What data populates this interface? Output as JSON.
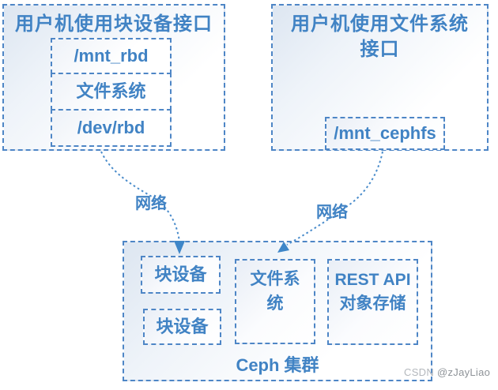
{
  "left_panel": {
    "title": "用户机使用块设备接口",
    "rows": [
      "/mnt_rbd",
      "文件系统",
      "/dev/rbd"
    ]
  },
  "right_panel": {
    "title": "用户机使用文件系统接口",
    "mount_label": "/mnt_cephfs"
  },
  "edges": {
    "left_label": "网络",
    "right_label": "网络"
  },
  "cluster": {
    "title": "Ceph 集群",
    "nodes": {
      "block_a": "块设备",
      "block_b": "块设备",
      "filesystem": "文件系统",
      "object_store": "REST API 对象存储"
    }
  },
  "watermark": {
    "brand": "CSDN",
    "user": "@zJayLiao"
  },
  "colors": {
    "border_blue": "#4e86c6",
    "text_blue": "#4183c4",
    "arrow_blue": "#4a8ccb",
    "arrowhead_blue": "#3e86c8",
    "watermark_gray": "#9aa0a6"
  }
}
